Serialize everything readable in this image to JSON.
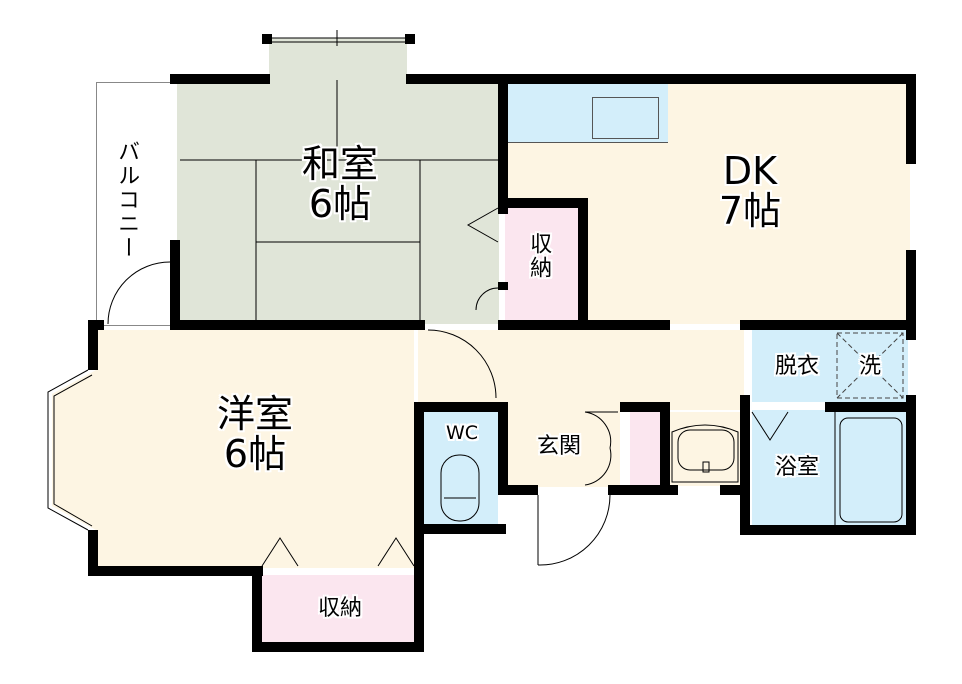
{
  "floorplan": {
    "colors": {
      "washitsu": "#e0e5d8",
      "wood": "#fdf5e3",
      "wet": "#d3eefa",
      "storage": "#fbe6ef",
      "wall": "#000000"
    },
    "rooms": {
      "washitsu": {
        "name": "和室",
        "size": "6帖"
      },
      "dk": {
        "name": "DK",
        "size": "7帖"
      },
      "youshitsu": {
        "name": "洋室",
        "size": "6帖"
      },
      "storage_center": {
        "name": "収納"
      },
      "storage_bottom": {
        "name": "収納"
      },
      "balcony": {
        "name": "バルコニー"
      },
      "wc": {
        "name": "WC"
      },
      "genkan": {
        "name": "玄関"
      },
      "dressing": {
        "name": "脱衣"
      },
      "washer": {
        "name": "洗"
      },
      "bath": {
        "name": "浴室"
      }
    }
  }
}
